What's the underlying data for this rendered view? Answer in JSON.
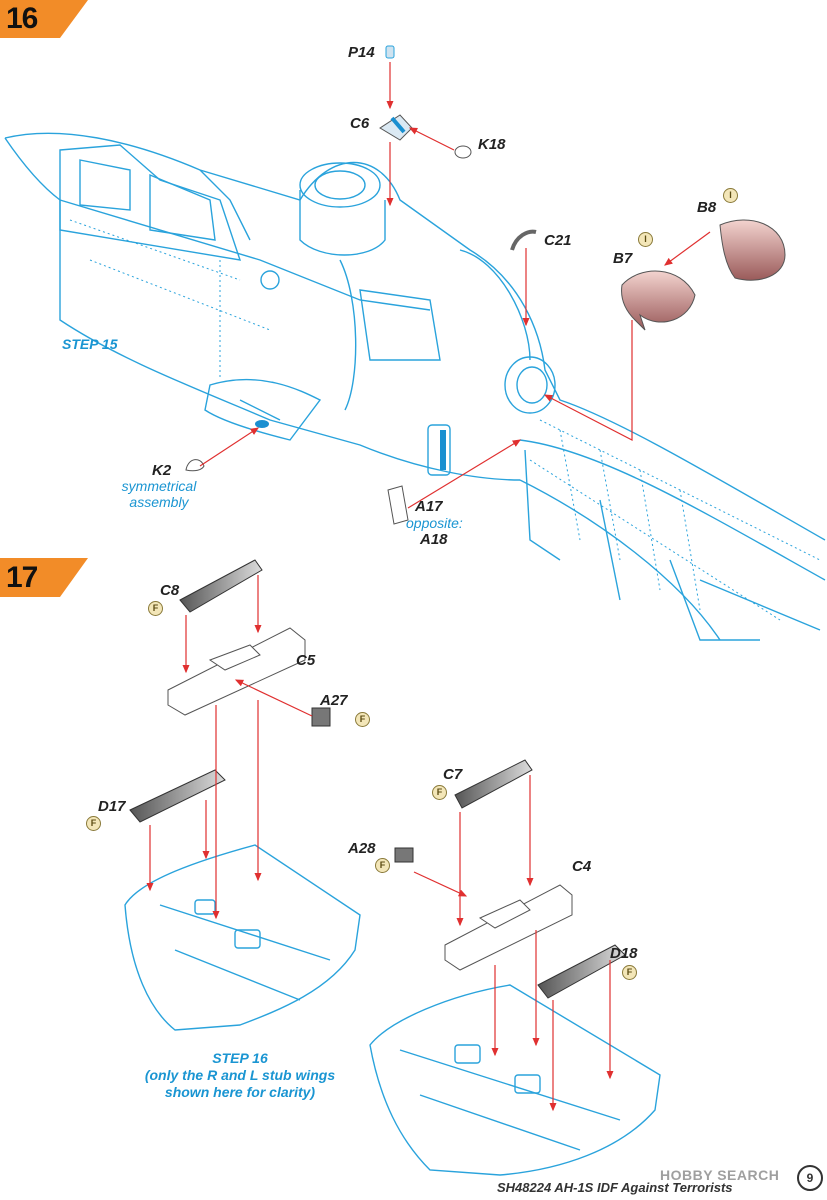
{
  "steps": [
    {
      "number": "16"
    },
    {
      "number": "17"
    }
  ],
  "labels": {
    "p14": "P14",
    "c6": "C6",
    "k18": "K18",
    "c21": "C21",
    "b8": "B8",
    "b7": "B7",
    "k2": "K2",
    "a17": "A17",
    "a18": "A18",
    "c8": "C8",
    "c5": "C5",
    "a27": "A27",
    "d17": "D17",
    "c7": "C7",
    "a28": "A28",
    "c4": "C4",
    "d18": "D18"
  },
  "notes": {
    "step15": "STEP 15",
    "k2_line1": "symmetrical",
    "k2_line2": "assembly",
    "opposite": "opposite:",
    "step16_line1": "STEP 16",
    "step16_line2": "(only the R and L stub wings",
    "step16_line3": "shown here for clarity)"
  },
  "badges": {
    "b8": "I",
    "b7": "I",
    "c8": "F",
    "a27": "F",
    "d17": "F",
    "c7": "F",
    "a28": "F",
    "d18": "F"
  },
  "footer": "SH48224 AH-1S IDF Against Terrorists",
  "watermark": "HOBBY SEARCH",
  "page_number": "9",
  "colors": {
    "step_tab": "#f28c28",
    "outline": "#2aa3dc",
    "arrow": "#e03030",
    "note_blue": "#1a95d2"
  }
}
